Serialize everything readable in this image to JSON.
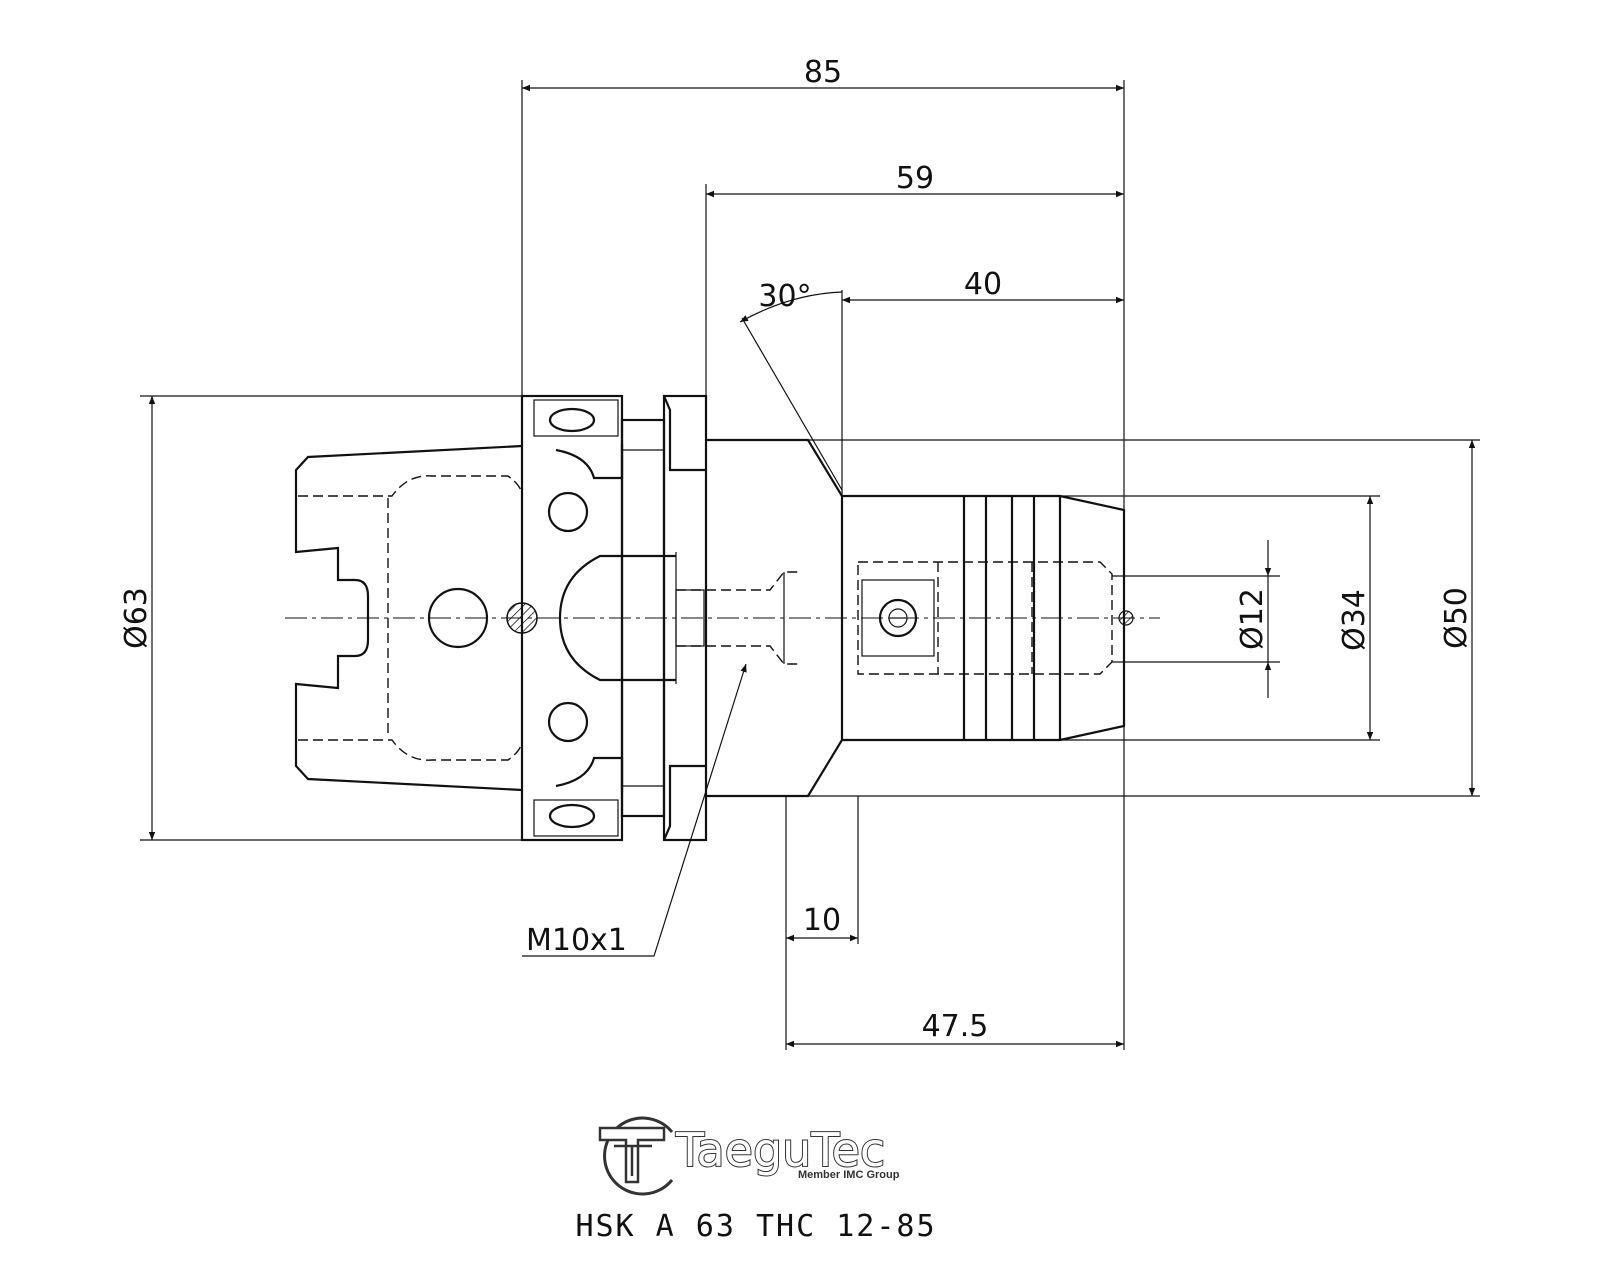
{
  "dimensions": {
    "overall_length": "85",
    "shank_length": "59",
    "grip_length": "40",
    "chamfer_angle": "30°",
    "flange_offset": "10",
    "reach": "47.5",
    "thread": "M10x1",
    "bore_diameter": "Ø12",
    "nose_diameter": "Ø34",
    "body_diameter": "Ø50",
    "hsk_diameter": "Ø63"
  },
  "logo": {
    "name": "TaeguTec",
    "tagline": "Member IMC Group",
    "mark": "TT-monogram-icon"
  },
  "part_number": "HSK A 63 THC 12-85",
  "colors": {
    "ink": "#111111",
    "background": "#ffffff"
  }
}
